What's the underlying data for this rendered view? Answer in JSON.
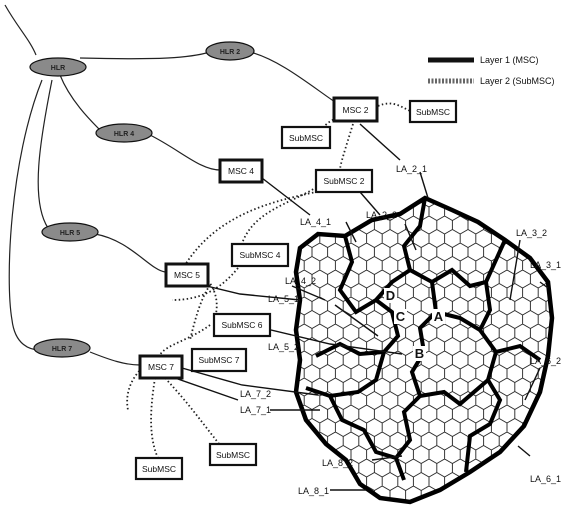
{
  "legend": {
    "layer1": "Layer 1 (MSC)",
    "layer2": "Layer 2 (SubMSC)"
  },
  "hlr": {
    "h1": "HLR",
    "h2": "HLR 2",
    "h3": "HLR 4",
    "h4": "HLR 5",
    "h5": "HLR 7"
  },
  "msc": {
    "m2": "MSC 2",
    "m4": "MSC 4",
    "m5": "MSC 5",
    "m7": "MSC 7"
  },
  "submsc": {
    "s_top": "SubMSC",
    "s_mid": "SubMSC",
    "s2": "SubMSC 2",
    "s4": "SubMSC 4",
    "s6": "SubMSC 6",
    "s7": "SubMSC 7",
    "s_b1": "SubMSC",
    "s_b2": "SubMSC"
  },
  "cells": {
    "A": "A",
    "B": "B",
    "C": "C",
    "D": "D"
  },
  "la": {
    "la21": "LA_2_1",
    "la22": "LA_2_2",
    "la41": "LA_4_1",
    "la42": "LA_4_2",
    "la51": "LA_5_1",
    "la52": "LA_5_2",
    "la72": "LA_7_2",
    "la71": "LA_7_1",
    "la82": "LA_8_2",
    "la81": "LA_8_1",
    "la32": "LA_3_2",
    "la31": "LA_3_1",
    "la62": "LA_6_2",
    "la61": "LA_6_1"
  }
}
